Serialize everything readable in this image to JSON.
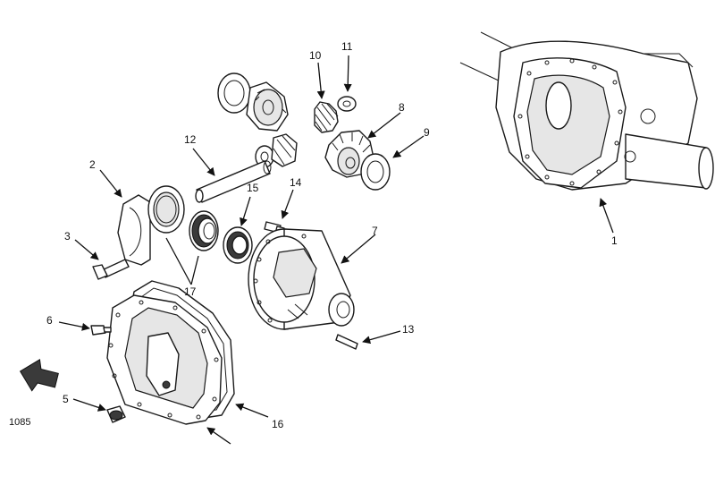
{
  "figure": {
    "id": "1085"
  },
  "callouts": [
    {
      "number": "1"
    },
    {
      "number": "2"
    },
    {
      "number": "3"
    },
    {
      "number": "5"
    },
    {
      "number": "6"
    },
    {
      "number": "7"
    },
    {
      "number": "8"
    },
    {
      "number": "9"
    },
    {
      "number": "10"
    },
    {
      "number": "11"
    },
    {
      "number": "12"
    },
    {
      "number": "13"
    },
    {
      "number": "14"
    },
    {
      "number": "15"
    },
    {
      "number": "16"
    },
    {
      "number": "17"
    }
  ]
}
